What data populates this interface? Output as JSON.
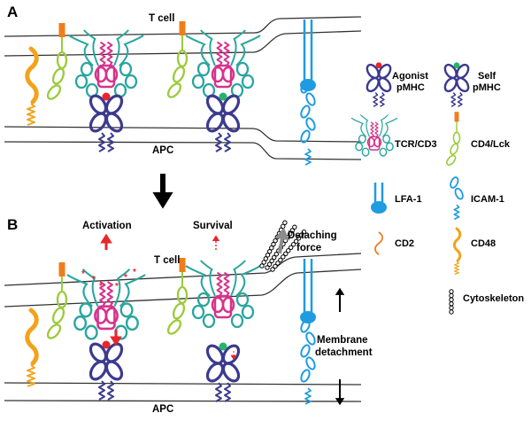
{
  "panels": {
    "a": {
      "letter": "A",
      "tcell": "T cell",
      "apc": "APC"
    },
    "b": {
      "letter": "B",
      "tcell": "T cell",
      "apc": "APC",
      "activation": "Activation",
      "survival": "Survival",
      "detaching_force": [
        "Detaching",
        "force"
      ],
      "membrane_detachment": [
        "Membrane",
        "detachment"
      ]
    }
  },
  "legend": {
    "agonist": [
      "Agonist",
      "pMHC"
    ],
    "self": [
      "Self",
      "pMHC"
    ],
    "tcr": "TCR/CD3",
    "cd4": "CD4/Lck",
    "lfa1": "LFA-1",
    "icam1": "ICAM-1",
    "cd2": "CD2",
    "cd48": "CD48",
    "cytoskeleton": "Cytoskeleton"
  },
  "colors": {
    "membrane": "#333333",
    "tcr": "#2aa6a0",
    "cd3": "#d6338c",
    "mhc": "#3c3a8e",
    "agonist_peptide": "#e8262b",
    "self_peptide": "#27b36a",
    "cd4": "#9ccb3b",
    "lck": "#f07d1a",
    "lfa1": "#1f9be0",
    "cd48": "#f3a21b",
    "arrow_red": "#e8262b",
    "arrow_grey": "#8c8c8c"
  }
}
